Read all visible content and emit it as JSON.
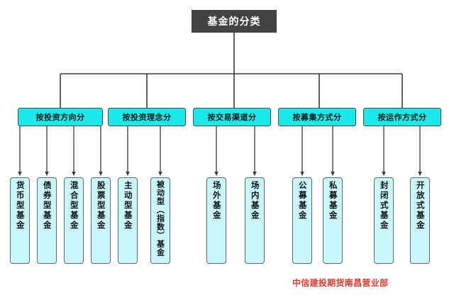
{
  "diagram": {
    "title": "基金的分类",
    "credit": "中信建投期货南昌营业部",
    "colors": {
      "root_bg": "#434343",
      "root_text": "#ffffff",
      "category_bg": "#19e9e9",
      "leaf_bg": "#c8f6fb",
      "line": "#3a3a3a",
      "credit_text": "#e8382b",
      "background": "#ffffff"
    },
    "categories": [
      {
        "label": "按投资方向分",
        "leaves": [
          {
            "label": "货币型基金"
          },
          {
            "label": "债券型基金"
          },
          {
            "label": "混合型基金"
          },
          {
            "label": "股票型基金"
          }
        ]
      },
      {
        "label": "按投资理念分",
        "leaves": [
          {
            "label": "主动型基金"
          },
          {
            "label": "被动型（指数）基金"
          }
        ]
      },
      {
        "label": "按交易渠道分",
        "leaves": [
          {
            "label": "场外基金"
          },
          {
            "label": "场内基金"
          }
        ]
      },
      {
        "label": "按募集方式分",
        "leaves": [
          {
            "label": "公募基金"
          },
          {
            "label": "私募基金"
          }
        ]
      },
      {
        "label": "按运作方式分",
        "leaves": [
          {
            "label": "封闭式基金"
          },
          {
            "label": "开放式基金"
          }
        ]
      }
    ]
  }
}
